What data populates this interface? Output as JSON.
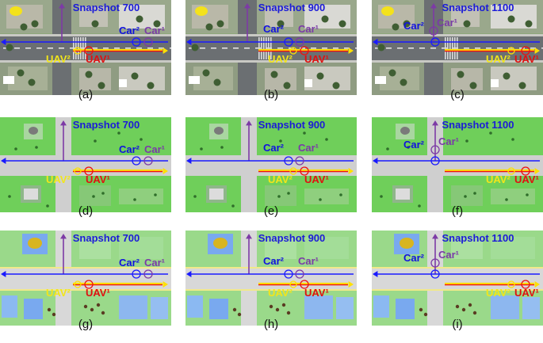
{
  "labels": {
    "car_sup2": "Car²",
    "car_sup1": "Car¹",
    "uav_sup2": "UAV²",
    "uav_sup1": "UAV¹"
  },
  "colors": {
    "snapshot_text": "#1b1bd8",
    "car2_text": "#1010e0",
    "car1_text": "#7a3aa8",
    "uav2_text": "#f2e61a",
    "uav1_text": "#e01010",
    "car2_path": "#1a1aff",
    "car1_path": "#7d3aa6",
    "uav2_path": "#ffe000",
    "uav1_path": "#ee1010",
    "realistic_road": "#6b6f72",
    "realistic_green": "#8ea67a",
    "sim_green": "#6fcf5a",
    "sim_road": "#cfcfcf",
    "render_green": "#9ad98a",
    "render_building": "#79a9ef"
  },
  "panels": [
    {
      "id": "a",
      "caption": "(a)",
      "snapshot": "Snapshot 700",
      "style": "realistic",
      "step": 0
    },
    {
      "id": "b",
      "caption": "(b)",
      "snapshot": "Snapshot 900",
      "style": "realistic",
      "step": 1
    },
    {
      "id": "c",
      "caption": "(c)",
      "snapshot": "Snapshot 1100",
      "style": "realistic",
      "step": 2
    },
    {
      "id": "d",
      "caption": "(d)",
      "snapshot": "Snapshot 700",
      "style": "sim",
      "step": 0
    },
    {
      "id": "e",
      "caption": "(e)",
      "snapshot": "Snapshot 900",
      "style": "sim",
      "step": 1
    },
    {
      "id": "f",
      "caption": "(f)",
      "snapshot": "Snapshot 1100",
      "style": "sim",
      "step": 2
    },
    {
      "id": "g",
      "caption": "(g)",
      "snapshot": "Snapshot 700",
      "style": "render",
      "step": 0
    },
    {
      "id": "h",
      "caption": "(h)",
      "snapshot": "Snapshot 900",
      "style": "render",
      "step": 1
    },
    {
      "id": "i",
      "caption": "(i)",
      "snapshot": "Snapshot 1100",
      "style": "render",
      "step": 2
    }
  ]
}
